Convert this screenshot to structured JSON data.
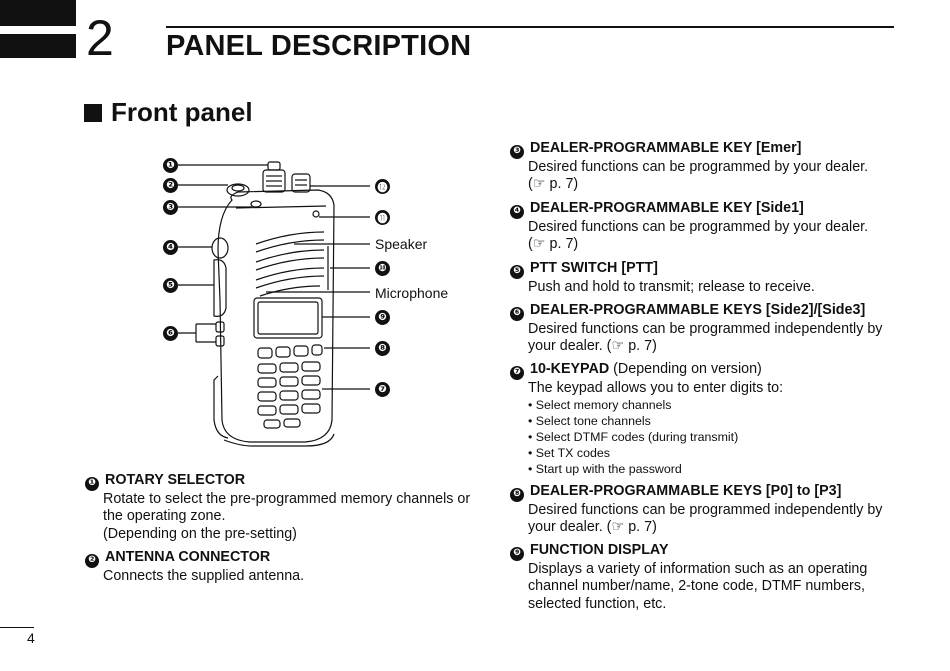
{
  "header": {
    "chapter_number": "2",
    "chapter_title": "PANEL DESCRIPTION"
  },
  "section": {
    "title": "Front panel"
  },
  "figure": {
    "callouts": [
      "❶",
      "❷",
      "❸",
      "❹",
      "❺",
      "❻",
      "❼",
      "❽",
      "❾",
      "❿",
      "⓫",
      "⓬"
    ],
    "labels": {
      "speaker": "Speaker",
      "microphone": "Microphone"
    }
  },
  "items": [
    {
      "num": "❶",
      "title": "ROTARY SELECTOR",
      "lines": [
        "Rotate to select the pre-programmed memory channels or",
        "the operating zone.",
        "(Depending on the pre-setting)"
      ]
    },
    {
      "num": "❷",
      "title": "ANTENNA CONNECTOR",
      "lines": [
        "Connects the supplied antenna."
      ]
    },
    {
      "num": "❸",
      "title": "DEALER-PROGRAMMABLE KEY [Emer]",
      "lines": [
        "Desired functions can be programmed by your dealer.",
        "(☞ p. 7)"
      ]
    },
    {
      "num": "❹",
      "title": "DEALER-PROGRAMMABLE KEY [Side1]",
      "lines": [
        "Desired functions can be programmed by your dealer.",
        "(☞ p. 7)"
      ]
    },
    {
      "num": "❺",
      "title": "PTT SWITCH [PTT]",
      "lines": [
        "Push and hold to transmit; release to receive."
      ]
    },
    {
      "num": "❻",
      "title": "DEALER-PROGRAMMABLE KEYS [Side2]/[Side3]",
      "lines": [
        "Desired functions can be programmed independently by",
        "your dealer. (☞ p. 7)"
      ]
    },
    {
      "num": "❼",
      "title": "10-KEYPAD",
      "title_note": "(Depending on version)",
      "lines": [
        "The keypad allows you to enter digits to:"
      ],
      "bullets": [
        "• Select memory channels",
        "• Select tone channels",
        "• Select DTMF codes (during transmit)",
        "• Set TX codes",
        "• Start up with the password"
      ]
    },
    {
      "num": "❽",
      "title": "DEALER-PROGRAMMABLE KEYS [P0] to [P3]",
      "lines": [
        "Desired functions can be programmed independently by",
        "your dealer. (☞ p. 7)"
      ]
    },
    {
      "num": "❾",
      "title": "FUNCTION DISPLAY",
      "lines": [
        "Displays a variety of information such as an operating",
        "channel number/name, 2-tone code, DTMF numbers,",
        "selected function, etc."
      ]
    }
  ],
  "footer": {
    "page_number": "4"
  }
}
